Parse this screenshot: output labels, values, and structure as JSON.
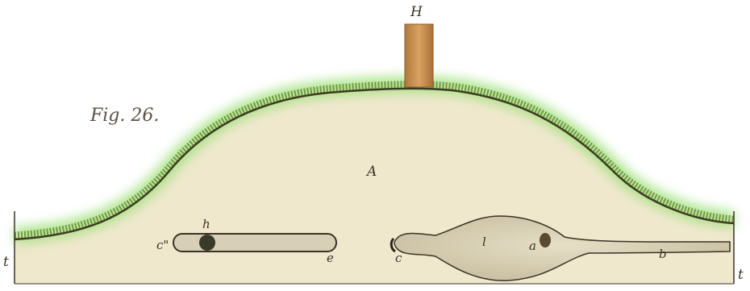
{
  "figure": {
    "caption": "Fig. 26.",
    "labels": {
      "post": "H",
      "mound": "A",
      "ground_left": "t",
      "ground_right": "t",
      "tunnel_end_left": "c\"",
      "tunnel_end_right": "e",
      "ball": "h",
      "chamber_entrance": "c",
      "chamber": "l",
      "chamber_hole": "a",
      "passage": "b"
    }
  },
  "colors": {
    "soil": "#efe8cd",
    "grass": "#5a7a2a",
    "grass_glow": "#9fe07a",
    "post": "#c9924f",
    "tunnel": "#d8d0b6",
    "outline": "#3a3226"
  }
}
